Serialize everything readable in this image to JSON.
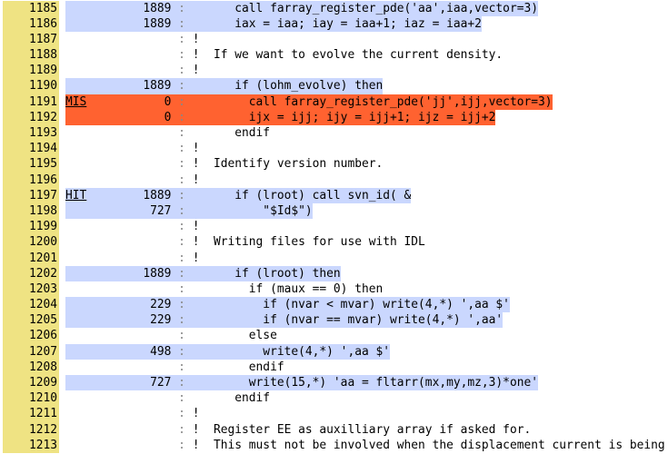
{
  "colors": {
    "line_number_bg": "#efe383",
    "covered_bg": "#cad7fe",
    "missed_bg": "#ff6230"
  },
  "lines": [
    {
      "num": "1185",
      "tag": "",
      "count": "1889",
      "status": "cov",
      "code": "      call farray_register_pde('aa',iaa,vector=3)"
    },
    {
      "num": "1186",
      "tag": "",
      "count": "1889",
      "status": "cov",
      "code": "      iax = iaa; iay = iaa+1; iaz = iaa+2"
    },
    {
      "num": "1187",
      "tag": "",
      "count": "",
      "status": "",
      "code": "!"
    },
    {
      "num": "1188",
      "tag": "",
      "count": "",
      "status": "",
      "code": "!  If we want to evolve the current density."
    },
    {
      "num": "1189",
      "tag": "",
      "count": "",
      "status": "",
      "code": "!"
    },
    {
      "num": "1190",
      "tag": "",
      "count": "1889",
      "status": "cov",
      "code": "      if (lohm_evolve) then"
    },
    {
      "num": "1191",
      "tag": "MIS",
      "count": "0",
      "status": "mis",
      "code": "        call farray_register_pde('jj',ijj,vector=3)"
    },
    {
      "num": "1192",
      "tag": "",
      "count": "0",
      "status": "mis",
      "code": "        ijx = ijj; ijy = ijj+1; ijz = ijj+2"
    },
    {
      "num": "1193",
      "tag": "",
      "count": "",
      "status": "",
      "code": "      endif"
    },
    {
      "num": "1194",
      "tag": "",
      "count": "",
      "status": "",
      "code": "!"
    },
    {
      "num": "1195",
      "tag": "",
      "count": "",
      "status": "",
      "code": "!  Identify version number."
    },
    {
      "num": "1196",
      "tag": "",
      "count": "",
      "status": "",
      "code": "!"
    },
    {
      "num": "1197",
      "tag": "HIT",
      "count": "1889",
      "status": "cov",
      "code": "      if (lroot) call svn_id( &"
    },
    {
      "num": "1198",
      "tag": "",
      "count": "727",
      "status": "cov",
      "code": "          \"$Id$\")"
    },
    {
      "num": "1199",
      "tag": "",
      "count": "",
      "status": "",
      "code": "!"
    },
    {
      "num": "1200",
      "tag": "",
      "count": "",
      "status": "",
      "code": "!  Writing files for use with IDL"
    },
    {
      "num": "1201",
      "tag": "",
      "count": "",
      "status": "",
      "code": "!"
    },
    {
      "num": "1202",
      "tag": "",
      "count": "1889",
      "status": "cov",
      "code": "      if (lroot) then"
    },
    {
      "num": "1203",
      "tag": "",
      "count": "",
      "status": "",
      "code": "        if (maux == 0) then"
    },
    {
      "num": "1204",
      "tag": "",
      "count": "229",
      "status": "cov",
      "code": "          if (nvar < mvar) write(4,*) ',aa $'"
    },
    {
      "num": "1205",
      "tag": "",
      "count": "229",
      "status": "cov",
      "code": "          if (nvar == mvar) write(4,*) ',aa'"
    },
    {
      "num": "1206",
      "tag": "",
      "count": "",
      "status": "",
      "code": "        else"
    },
    {
      "num": "1207",
      "tag": "",
      "count": "498",
      "status": "cov",
      "code": "          write(4,*) ',aa $'"
    },
    {
      "num": "1208",
      "tag": "",
      "count": "",
      "status": "",
      "code": "        endif"
    },
    {
      "num": "1209",
      "tag": "",
      "count": "727",
      "status": "cov",
      "code": "        write(15,*) 'aa = fltarr(mx,my,mz,3)*one'"
    },
    {
      "num": "1210",
      "tag": "",
      "count": "",
      "status": "",
      "code": "      endif"
    },
    {
      "num": "1211",
      "tag": "",
      "count": "",
      "status": "",
      "code": "!"
    },
    {
      "num": "1212",
      "tag": "",
      "count": "",
      "status": "",
      "code": "!  Register EE as auxilliary array if asked for."
    },
    {
      "num": "1213",
      "tag": "",
      "count": "",
      "status": "",
      "code": "!  This must not be involved when the displacement current is being"
    }
  ]
}
